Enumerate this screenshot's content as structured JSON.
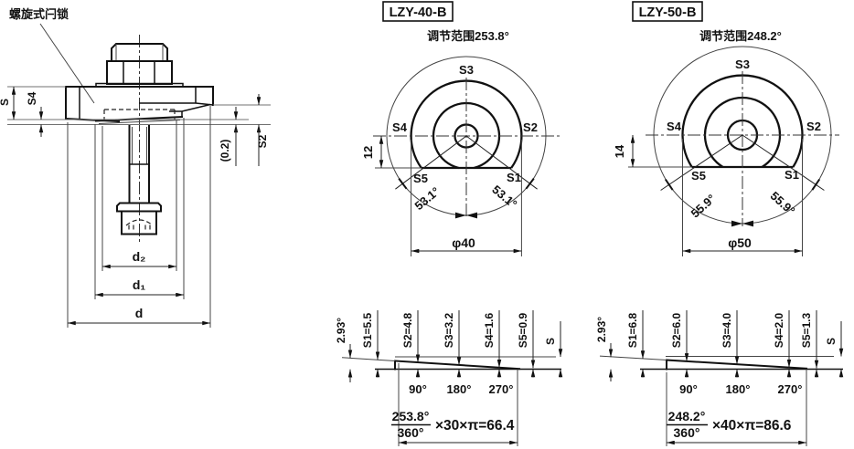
{
  "side_view": {
    "callout": "螺旋式闩锁",
    "dim_s": "S",
    "dim_s4": "S4",
    "dim_gap": "(0.2)",
    "dim_s2": "S2",
    "dim_d2": "d₂",
    "dim_d1": "d₁",
    "dim_d": "d"
  },
  "models": [
    {
      "name": "LZY-40-B",
      "range": "调节范围253.8°",
      "labels": {
        "s1": "S1",
        "s2": "S2",
        "s3": "S3",
        "s4": "S4",
        "s5": "S5"
      },
      "depth": "12",
      "angle_left": "53.1°",
      "angle_right": "53.1°",
      "diameter": "φ40",
      "wedge": {
        "tip_angle": "2.93°",
        "c1": "S1=5.5",
        "c2": "S2=4.8",
        "c3": "S3=3.2",
        "c4": "S4=1.6",
        "c5": "S5=0.9",
        "cs": "S",
        "d90": "90°",
        "d180": "180°",
        "d270": "270°",
        "frac_num": "253.8°",
        "frac_den": "360°",
        "formula_rest": "×30×π=66.4"
      }
    },
    {
      "name": "LZY-50-B",
      "range": "调节范围248.2°",
      "labels": {
        "s1": "S1",
        "s2": "S2",
        "s3": "S3",
        "s4": "S4",
        "s5": "S5"
      },
      "depth": "14",
      "angle_left": "55.9°",
      "angle_right": "55.9°",
      "diameter": "φ50",
      "wedge": {
        "tip_angle": "2.93°",
        "c1": "S1=6.8",
        "c2": "S2=6.0",
        "c3": "S3=4.0",
        "c4": "S4=2.0",
        "c5": "S5=1.3",
        "cs": "S",
        "d90": "90°",
        "d180": "180°",
        "d270": "270°",
        "frac_num": "248.2°",
        "frac_den": "360°",
        "formula_rest": "×40×π=86.6"
      }
    }
  ]
}
